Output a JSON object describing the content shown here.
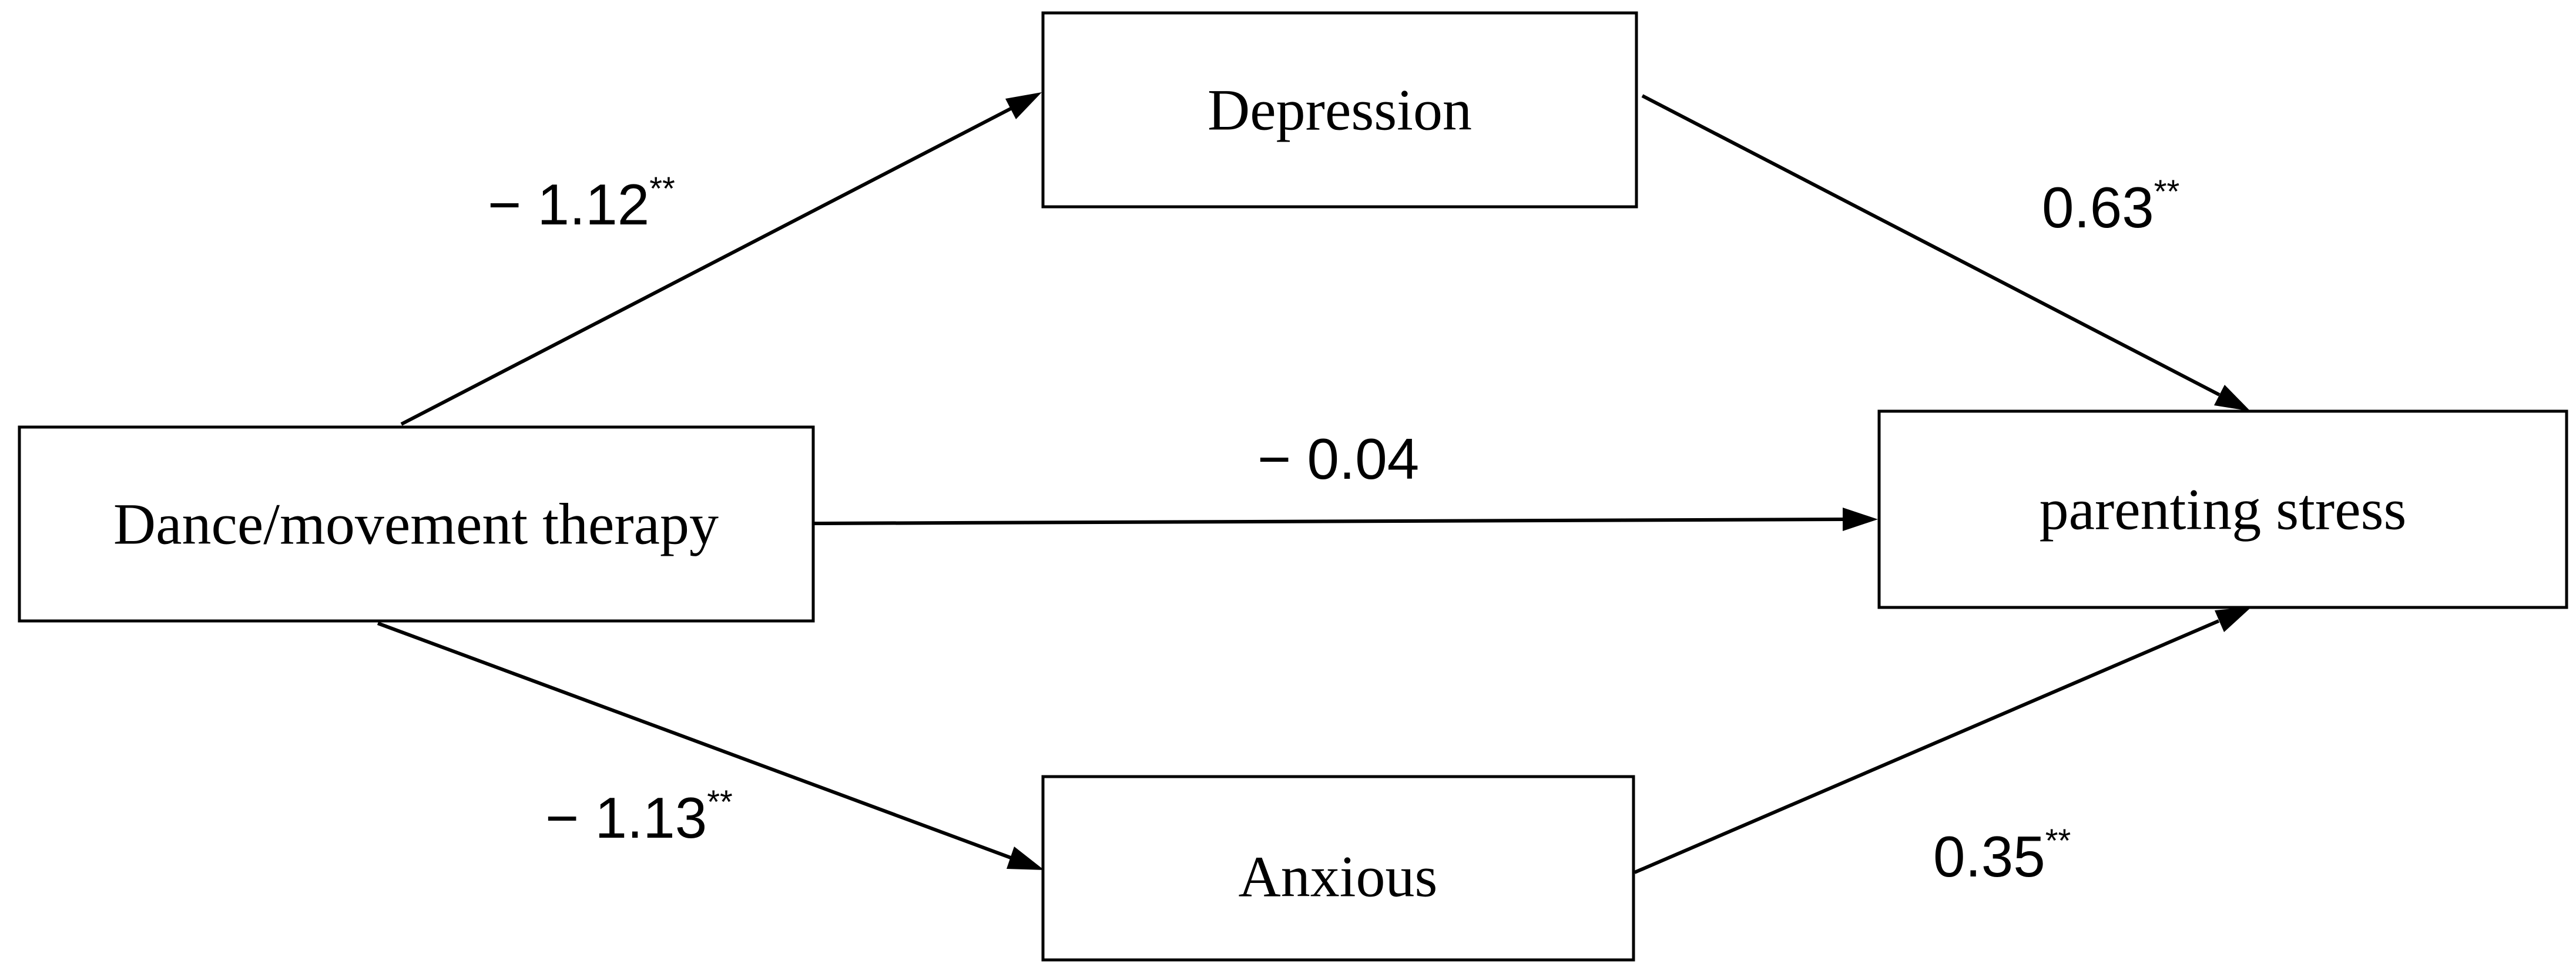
{
  "nodes": {
    "dance_movement_therapy": {
      "label": "Dance/movement therapy"
    },
    "depression": {
      "label": "Depression"
    },
    "anxious": {
      "label": "Anxious"
    },
    "parenting_stress": {
      "label": "parenting stress"
    }
  },
  "paths": {
    "therapy_to_depression": {
      "coefficient": "− 1.12",
      "significance": "**"
    },
    "depression_to_stress": {
      "coefficient": "0.63",
      "significance": "**"
    },
    "therapy_to_stress": {
      "coefficient": "− 0.04",
      "significance": ""
    },
    "therapy_to_anxious": {
      "coefficient": "− 1.13",
      "significance": "**"
    },
    "anxious_to_stress": {
      "coefficient": "0.35",
      "significance": "**"
    }
  },
  "colors": {
    "stroke": "#000000",
    "background": "#ffffff"
  }
}
